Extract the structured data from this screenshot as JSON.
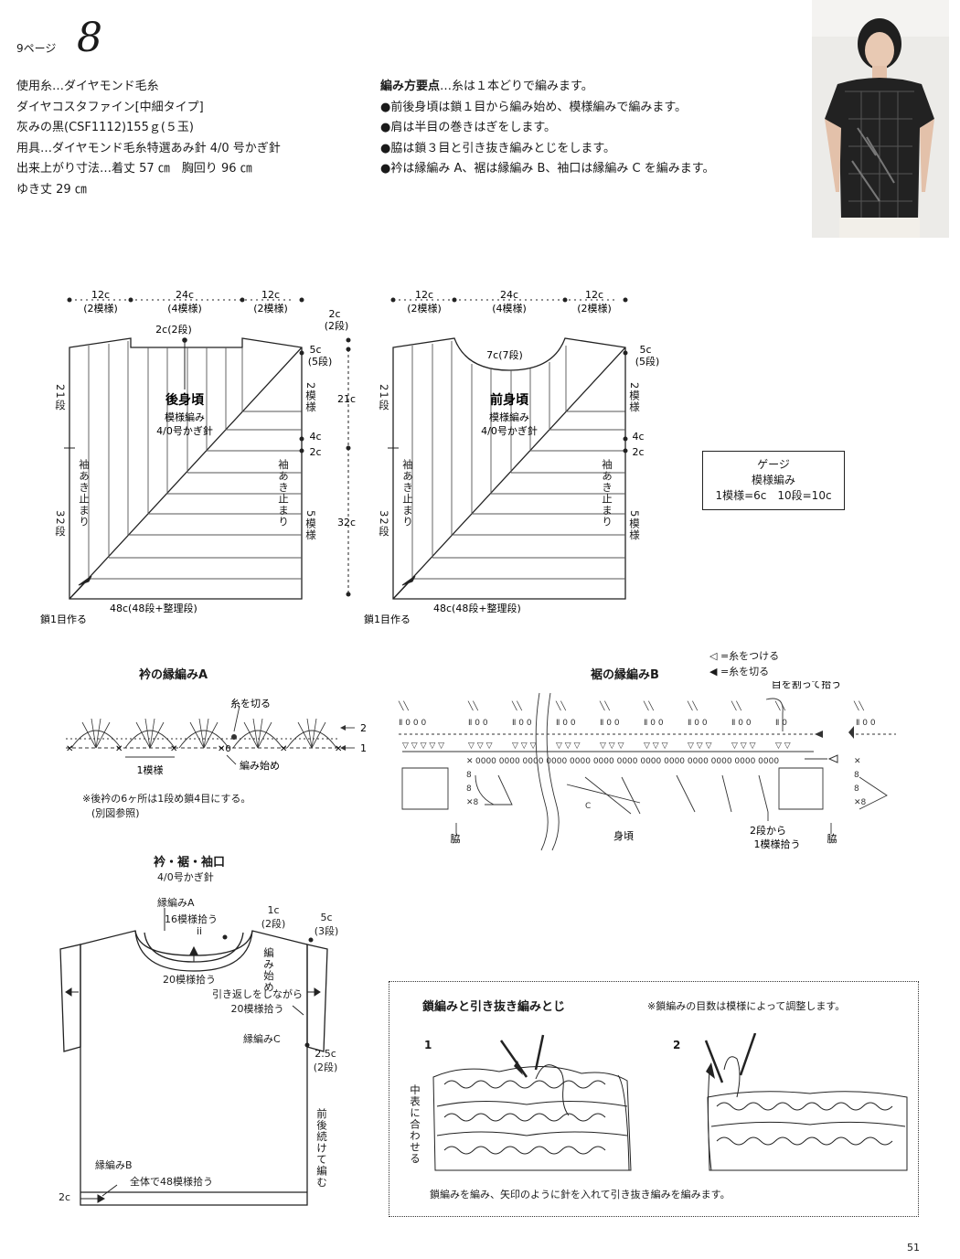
{
  "header": {
    "page_ref": "9ページ",
    "pattern_no": "8",
    "materials": [
      "使用糸…ダイヤモンド毛糸",
      "ダイヤコスタファイン[中細タイプ]",
      "灰みの黒(CSF1112)155ｇ(５玉)",
      "用具…ダイヤモンド毛糸特選あみ針 4/0 号かぎ針",
      "出来上がり寸法…着丈 57 ㎝　胸回り 96 ㎝",
      "ゆき丈 29 ㎝"
    ],
    "points_title": "編み方要点",
    "points_lead": "…糸は１本どりで編みます。",
    "points": [
      "●前後身頃は鎖１目から編み始め、模様編みで編みます。",
      "●肩は半目の巻きはぎをします。",
      "●脇は鎖３目と引き抜き編みとじをします。",
      "●衿は縁編み A、裾は縁編み B、袖口は縁編み C を編みます。"
    ]
  },
  "back_body": {
    "top_dims": [
      {
        "w": "12c",
        "p": "(2模様)"
      },
      {
        "w": "24c",
        "p": "(4模様)"
      },
      {
        "w": "12c",
        "p": "(2模様)"
      }
    ],
    "neck": "2c(2段)",
    "title": "後身頃",
    "sub1": "模様編み",
    "sub2": "4/0号かぎ針",
    "left_top": "21段",
    "left_bottom": "32段",
    "armhole": "袖あき止まり",
    "right_shoulder_c": "5c",
    "right_shoulder_p": "(5段)",
    "right_pat1": "2模様",
    "right_4c": "4c",
    "right_2c": "2c",
    "right_pat2": "5模様",
    "bottom": "48c(48段+整理段)",
    "start": "鎖1目作る"
  },
  "center_dims": {
    "top_c": "2c",
    "top_p": "(2段)",
    "upper": "21c",
    "lower": "32c"
  },
  "front_body": {
    "top_dims": [
      {
        "w": "12c",
        "p": "(2模様)"
      },
      {
        "w": "24c",
        "p": "(4模様)"
      },
      {
        "w": "12c",
        "p": "(2模様)"
      }
    ],
    "neck": "7c(7段)",
    "title": "前身頃",
    "sub1": "模様編み",
    "sub2": "4/0号かぎ針",
    "left_top": "21段",
    "left_bottom": "32段",
    "armhole": "袖あき止まり",
    "right_shoulder_c": "5c",
    "right_shoulder_p": "(5段)",
    "right_pat1": "2模様",
    "right_4c": "4c",
    "right_2c": "2c",
    "right_pat2": "5模様",
    "bottom": "48c(48段+整理段)",
    "start": "鎖1目作る"
  },
  "gauge": {
    "title": "ゲージ",
    "line1": "模様編み",
    "line2": "1模様=6c　10段=10c"
  },
  "edging_a": {
    "title": "衿の縁編みA",
    "cut": "糸を切る",
    "row2": "2",
    "row1": "1",
    "repeat": "1模様",
    "start": "編み始め",
    "note1": "※後衿の6ヶ所は1段め鎖4目にする。",
    "note2": "(別図参照)"
  },
  "edging_b": {
    "title": "裾の縁編みB",
    "legend_attach": "◁ =糸をつける",
    "legend_cut": "◀ =糸を切る",
    "split": "目を割って拾う",
    "side_left": "脇",
    "body": "身頃",
    "from_row2": "2段から",
    "pick": "1模様拾う",
    "side_right": "脇"
  },
  "finishing": {
    "title": "衿・裾・袖口",
    "hook": "4/0号かぎ針",
    "edge_a": "縁編みA",
    "pick16": "16模様拾う",
    "c1": "1c",
    "p2": "(2段)",
    "c5": "5c",
    "p3": "(3段)",
    "start_v": "編み始め",
    "pick20": "20模様拾う",
    "turn1": "引き返しをしながら",
    "turn2": "20模様拾う",
    "edge_c": "縁編みC",
    "c25": "2.5c",
    "p2b": "(2段)",
    "continuous": "前後続けて編む",
    "edge_b": "縁編みB",
    "pick48": "全体で48模様拾う",
    "bottom_c": "2c"
  },
  "howto": {
    "title": "鎖編みと引き抜き編みとじ",
    "note": "※鎖編みの目数は模様によって調整します。",
    "step1": "1",
    "step2": "2",
    "align": "中表に合わせる",
    "caption": "鎖編みを編み、矢印のように針を入れて引き抜き編みを編みます。"
  },
  "page_number": "51"
}
